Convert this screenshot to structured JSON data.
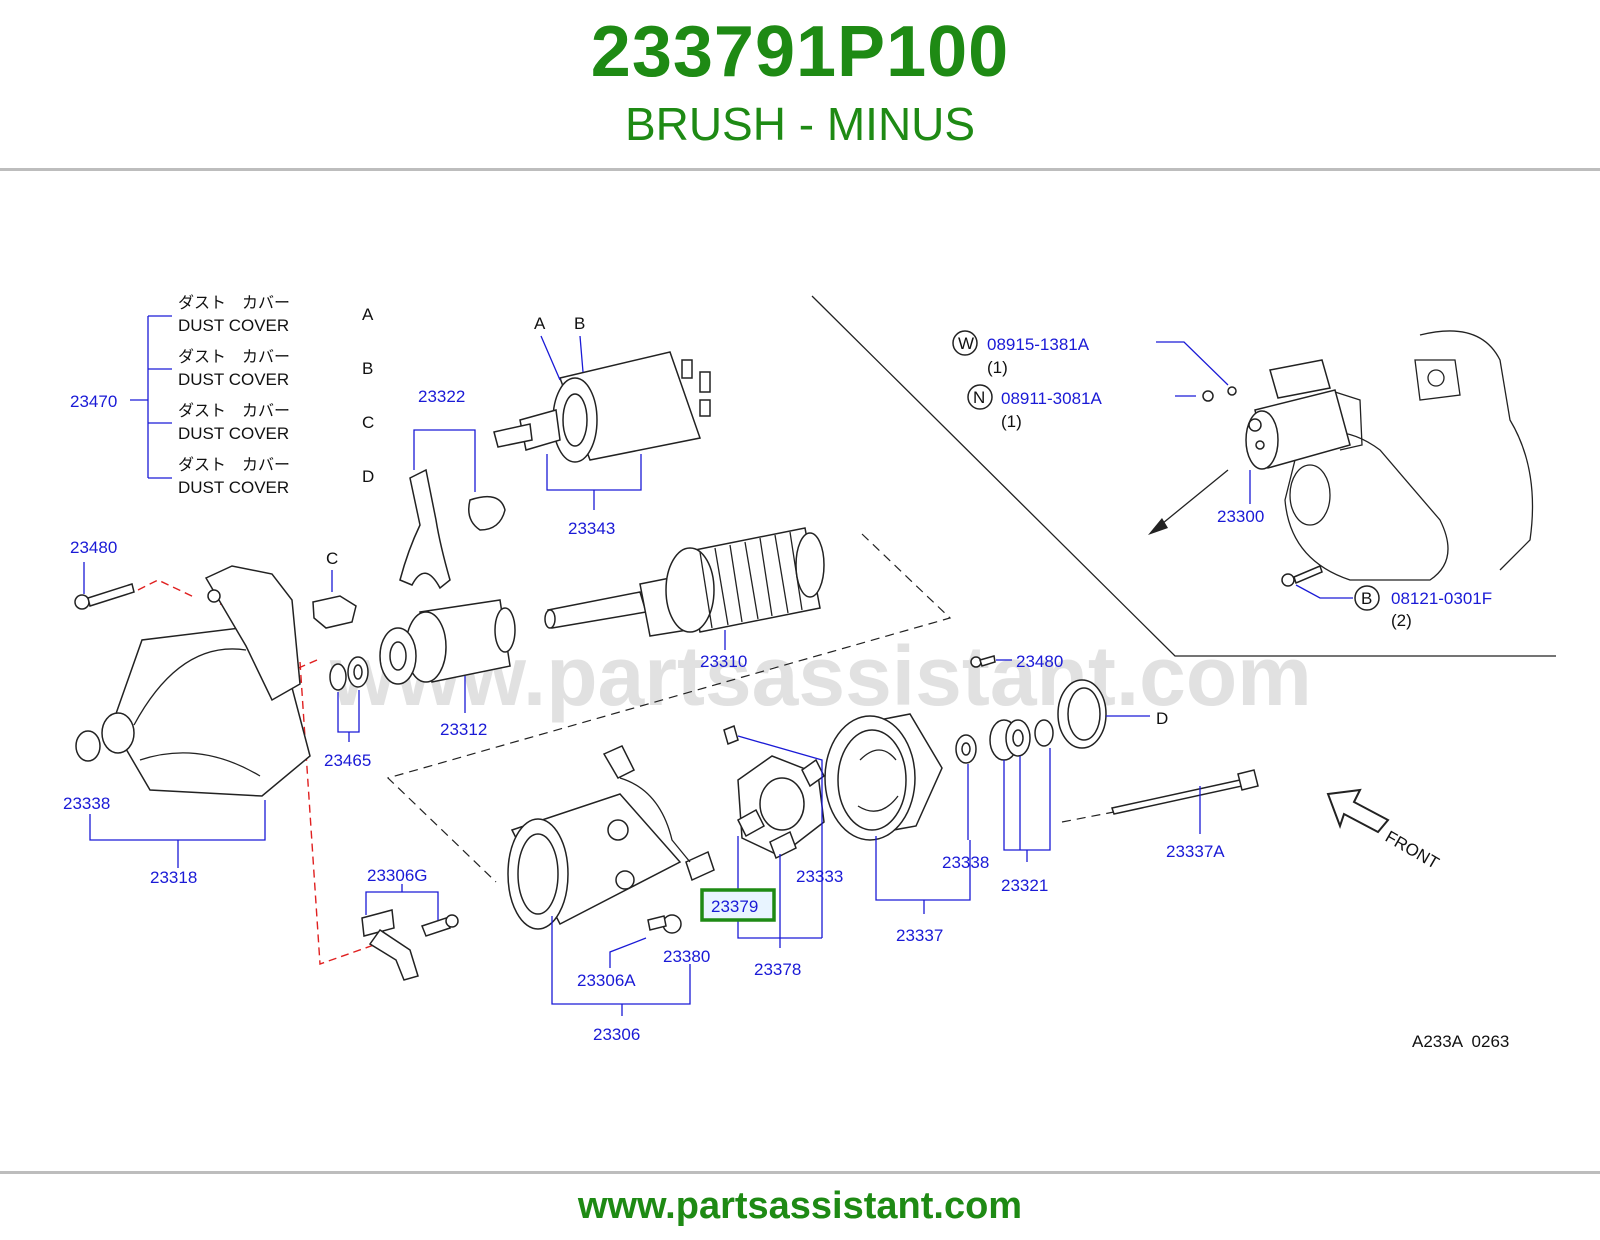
{
  "header": {
    "part_number": "233791P100",
    "part_name": "BRUSH - MINUS"
  },
  "footer": {
    "url": "www.partsassistant.com"
  },
  "watermark": "www.partsassistant.com",
  "diagram_code": "A233A  0263",
  "highlight_color": "#1e8a14",
  "label_color": "#1a1ad6",
  "dust_covers": {
    "group_number": "23470",
    "items": [
      {
        "jp": "ダスト　カバー",
        "en": "DUST   COVER",
        "letter": "A"
      },
      {
        "jp": "ダスト　カバー",
        "en": "DUST   COVER",
        "letter": "B"
      },
      {
        "jp": "ダスト　カバー",
        "en": "DUST   COVER",
        "letter": "C"
      },
      {
        "jp": "ダスト　カバー",
        "en": "DUST   COVER",
        "letter": "D"
      }
    ]
  },
  "callouts": {
    "p23322": "23322",
    "p23343": "23343",
    "letter_a": "A",
    "letter_b": "B",
    "letter_c": "C",
    "letter_d": "D",
    "p23310": "23310",
    "p23480_left": "23480",
    "p23480_right": "23480",
    "p23312": "23312",
    "p23465": "23465",
    "p23338_left": "23338",
    "p23318": "23318",
    "p23306g": "23306G",
    "p23306a": "23306A",
    "p23306": "23306",
    "p23380": "23380",
    "p23379": "23379",
    "p23378": "23378",
    "p23333": "23333",
    "p23337": "23337",
    "p23338_right": "23338",
    "p23321": "23321",
    "p23337a": "23337A",
    "p23300": "23300"
  },
  "inset": {
    "w_mark": "W",
    "w_part": "08915-1381A",
    "w_qty": "(1)",
    "n_mark": "N",
    "n_part": "08911-3081A",
    "n_qty": "(1)",
    "b_mark": "B",
    "b_part": "08121-0301F",
    "b_qty": "(2)"
  },
  "front_label": "FRONT"
}
